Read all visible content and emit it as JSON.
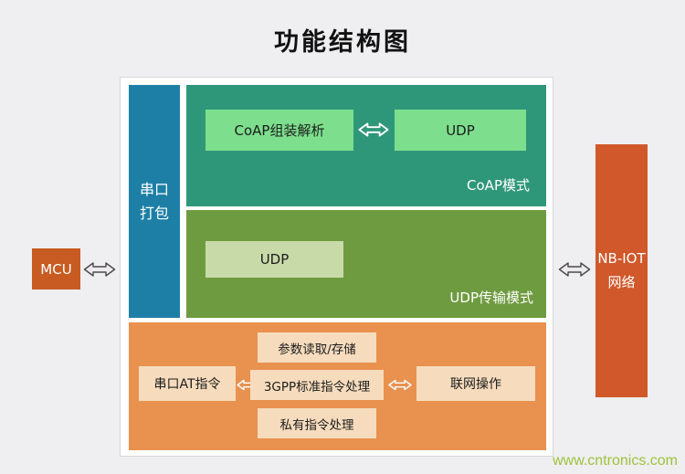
{
  "title": "功能结构图",
  "diagram": {
    "mcu": "MCU",
    "nbiot": "NB-IOT\n网络",
    "serial_pack": "串口\n打包",
    "coap": {
      "label": "CoAP模式",
      "assemble": "CoAP组装解析",
      "udp": "UDP"
    },
    "udp_mode": {
      "label": "UDP传输模式",
      "udp": "UDP"
    },
    "at": {
      "serial_at": "串口AT指令",
      "param": "参数读取/存储",
      "gpp": "3GPP标准指令处理",
      "private_cmd": "私有指令处理",
      "network_op": "联网操作"
    }
  },
  "watermark": "www.cntronics.com",
  "colors": {
    "background": "#EFEEF0",
    "blue_bar": "#1E7FA6",
    "teal_section": "#2F9779",
    "light_green_box": "#7DDF8D",
    "olive_section": "#6F9B40",
    "pale_green_box": "#C9DAA9",
    "orange_section": "#E9914F",
    "pale_orange_box": "#F6DCBD",
    "mcu_orange": "#C75B22",
    "nbiot_orange": "#D0582B",
    "watermark_green": "#9CC23D"
  }
}
